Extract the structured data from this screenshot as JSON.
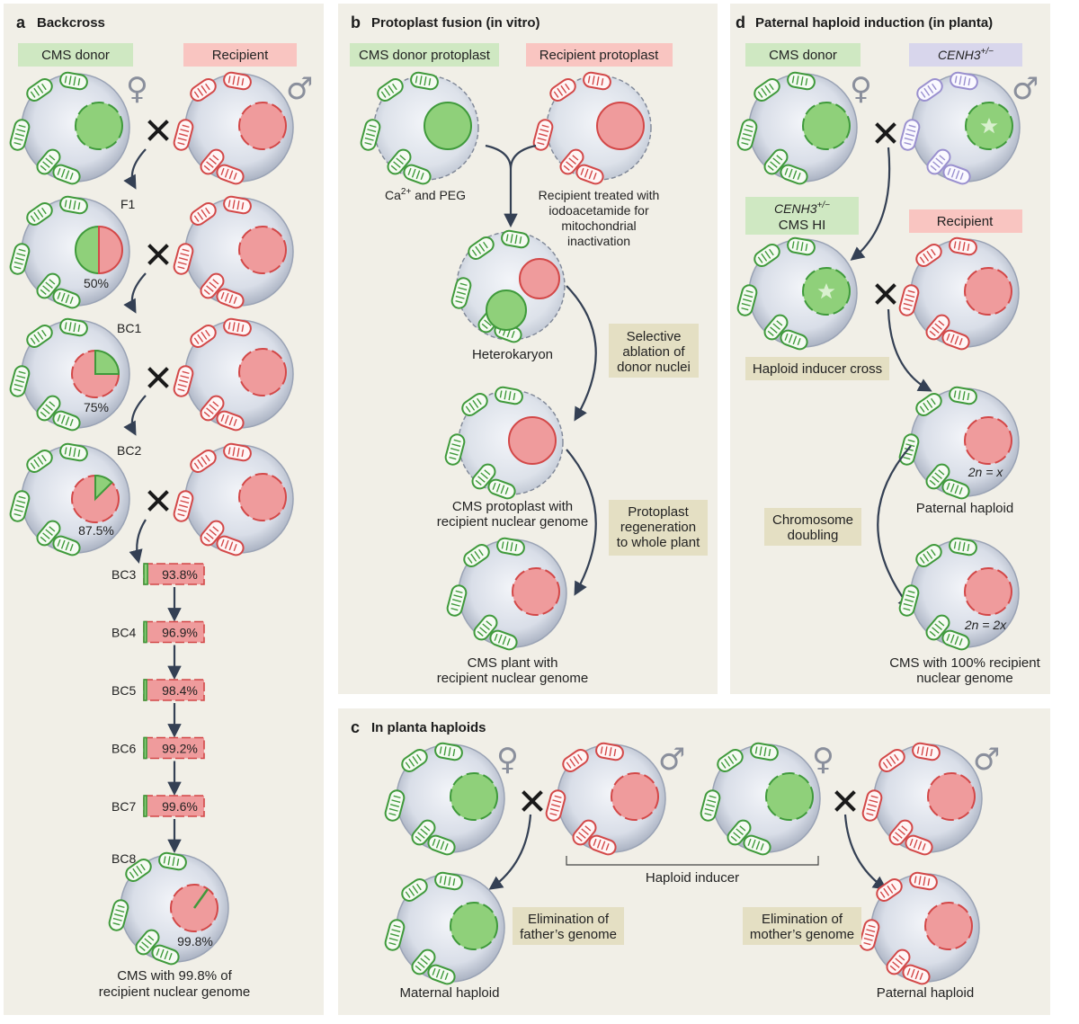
{
  "panel_a": {
    "letter": "a",
    "title": "Backcross",
    "cms_donor": "CMS donor",
    "recipient": "Recipient",
    "female": "♀",
    "male": "♂",
    "gens": [
      "F1",
      "BC1",
      "BC2"
    ],
    "pct": [
      "50%",
      "75%",
      "87.5%"
    ],
    "bars": [
      {
        "gen": "BC3",
        "value": "93.8%"
      },
      {
        "gen": "BC4",
        "value": "96.9%"
      },
      {
        "gen": "BC5",
        "value": "98.4%"
      },
      {
        "gen": "BC6",
        "value": "99.2%"
      },
      {
        "gen": "BC7",
        "value": "99.6%"
      }
    ],
    "bc8": "BC8",
    "final_pct": "99.8%",
    "final_line1": "CMS with 99.8% of",
    "final_line2": "recipient nuclear genome"
  },
  "panel_b": {
    "letter": "b",
    "title": "Protoplast fusion (in vitro)",
    "donor_label": "CMS donor protoplast",
    "recipient_label": "Recipient protoplast",
    "ca_text": "Ca",
    "ca_sup": "2+",
    "peg_text": " and PEG",
    "treat_1": "Recipient treated with",
    "treat_2": "iodoacetamide for",
    "treat_3": "mitochondrial",
    "treat_4": "inactivation",
    "heterokaryon": "Heterokaryon",
    "ablation_1": "Selective",
    "ablation_2": "ablation of",
    "ablation_3": "donor nuclei",
    "cmsproto_1": "CMS protoplast with",
    "cmsproto_2": "recipient nuclear genome",
    "regen_1": "Protoplast",
    "regen_2": "regeneration",
    "regen_3": "to whole plant",
    "plant_1": "CMS plant with",
    "plant_2": "recipient nuclear genome"
  },
  "panel_c": {
    "letter": "c",
    "title": "In planta haploids",
    "female": "♀",
    "male": "♂",
    "haploid_inducer": "Haploid inducer",
    "elim_father_1": "Elimination of",
    "elim_father_2": "father’s genome",
    "elim_mother_1": "Elimination of",
    "elim_mother_2": "mother’s genome",
    "maternal": "Maternal haploid",
    "paternal": "Paternal haploid"
  },
  "panel_d": {
    "letter": "d",
    "title": "Paternal haploid induction (in planta)",
    "cms_donor": "CMS donor",
    "cenh3": "CENH3",
    "cenh3_sup": "+/−",
    "female": "♀",
    "male": "♂",
    "cms_hi_1": "CENH3",
    "cms_hi_sup": "+/−",
    "cms_hi_2": "CMS HI",
    "recipient": "Recipient",
    "hi_cross": "Haploid inducer cross",
    "ploidy_1": "2n = x",
    "paternal": "Paternal haploid",
    "doubling_1": "Chromosome",
    "doubling_2": "doubling",
    "ploidy_2": "2n = 2x",
    "final_1": "CMS with 100% recipient",
    "final_2": "nuclear  genome"
  },
  "colors": {
    "panel_bg": "#f1efe7",
    "green_label": "#cfe8c2",
    "pink_label": "#f9c5c1",
    "lavender_label": "#d8d6ec",
    "tan_label": "#e4dfc3",
    "green_nucleus": "#8fd07a",
    "pink_nucleus": "#ef9b9c"
  }
}
